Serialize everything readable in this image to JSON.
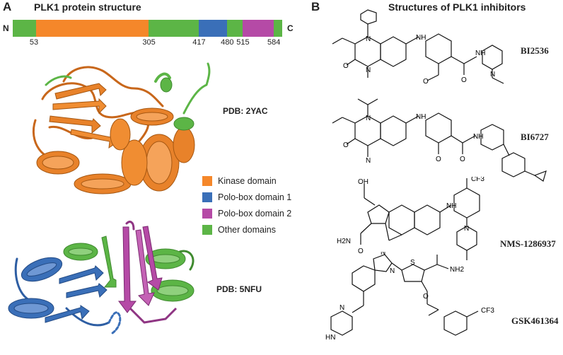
{
  "panel_a": {
    "letter": "A",
    "title": "PLK1 protein structure",
    "n_label": "N",
    "c_label": "C",
    "domain_bar": [
      {
        "domain": "other",
        "start": 1,
        "end": 53
      },
      {
        "domain": "kinase",
        "start": 53,
        "end": 305
      },
      {
        "domain": "other",
        "start": 305,
        "end": 417
      },
      {
        "domain": "pbd1",
        "start": 417,
        "end": 480
      },
      {
        "domain": "other",
        "start": 480,
        "end": 515
      },
      {
        "domain": "pbd2",
        "start": 515,
        "end": 584
      },
      {
        "domain": "other",
        "start": 584,
        "end": 603
      }
    ],
    "ticks": [
      "53",
      "305",
      "417",
      "480",
      "515",
      "584"
    ],
    "pdb_top": "PDB: 2YAC",
    "pdb_bottom": "PDB: 5NFU",
    "legend": [
      {
        "label": "Kinase domain",
        "color": "#f5872a"
      },
      {
        "label": "Polo-box domain 1",
        "color": "#3a6fb8"
      },
      {
        "label": "Polo-box domain 2",
        "color": "#b54aa6"
      },
      {
        "label": "Other domains",
        "color": "#5cb546"
      }
    ]
  },
  "panel_b": {
    "letter": "B",
    "title": "Structures of PLK1 inhibitors",
    "compounds": [
      "BI2536",
      "BI6727",
      "NMS-1286937",
      "GSK461364"
    ],
    "atom_labels": {
      "N": "N",
      "H": "H",
      "O": "O",
      "OH": "OH",
      "CF3": "CF3",
      "H2N": "H2N",
      "NH2": "NH2",
      "S": "S"
    }
  },
  "colors": {
    "kinase": "#f5872a",
    "pbd1": "#3a6fb8",
    "pbd2": "#b54aa6",
    "other": "#5cb546"
  }
}
